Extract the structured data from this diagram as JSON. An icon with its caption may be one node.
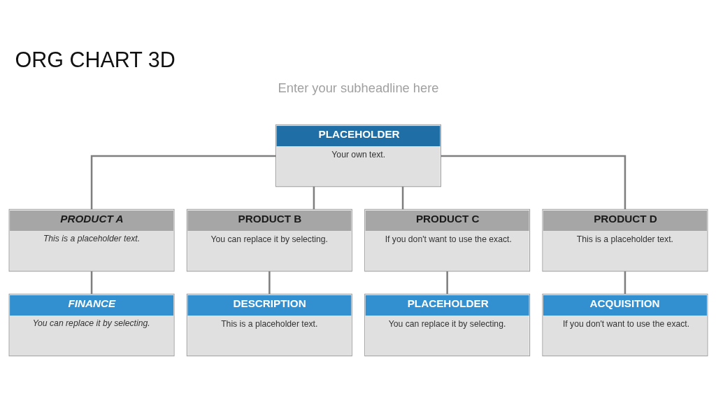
{
  "diagram": {
    "title": "ORG CHART 3D",
    "nodes": [
      {
        "text": [
          "PLACEHOLDER",
          "Your own text."
        ]
      },
      {
        "text": [
          "PRODUCT A",
          "This is a placeholder text."
        ]
      },
      {
        "text": [
          "PRODUCT B",
          "You can replace it by selecting."
        ]
      },
      {
        "text": [
          "PRODUCT C",
          "If you don't want to use the exact."
        ]
      },
      {
        "text": [
          "PRODUCT D",
          "This is a placeholder text."
        ]
      },
      {
        "text": [
          "FINANCE",
          "You can replace it by selecting."
        ]
      },
      {
        "text": [
          "DESCRIPTION",
          "This is a placeholder text."
        ]
      },
      {
        "text": [
          "PLACEHOLDER",
          "You can replace it by selecting."
        ]
      },
      {
        "text": [
          "ACQUISITION",
          "If you don't want to use the exact."
        ]
      }
    ],
    "edges": [
      {
        "from": 0,
        "to": 1,
        "arrow": "none"
      },
      {
        "from": 0,
        "to": 2,
        "arrow": "none"
      },
      {
        "from": 0,
        "to": 3,
        "arrow": "none"
      },
      {
        "from": 0,
        "to": 4,
        "arrow": "none"
      },
      {
        "from": 1,
        "to": 5,
        "arrow": "none"
      },
      {
        "from": 2,
        "to": 6,
        "arrow": "none"
      },
      {
        "from": 3,
        "to": 7,
        "arrow": "none"
      },
      {
        "from": 4,
        "to": 8,
        "arrow": "none"
      }
    ],
    "labels": [
      "Enter your subheadline here"
    ]
  }
}
